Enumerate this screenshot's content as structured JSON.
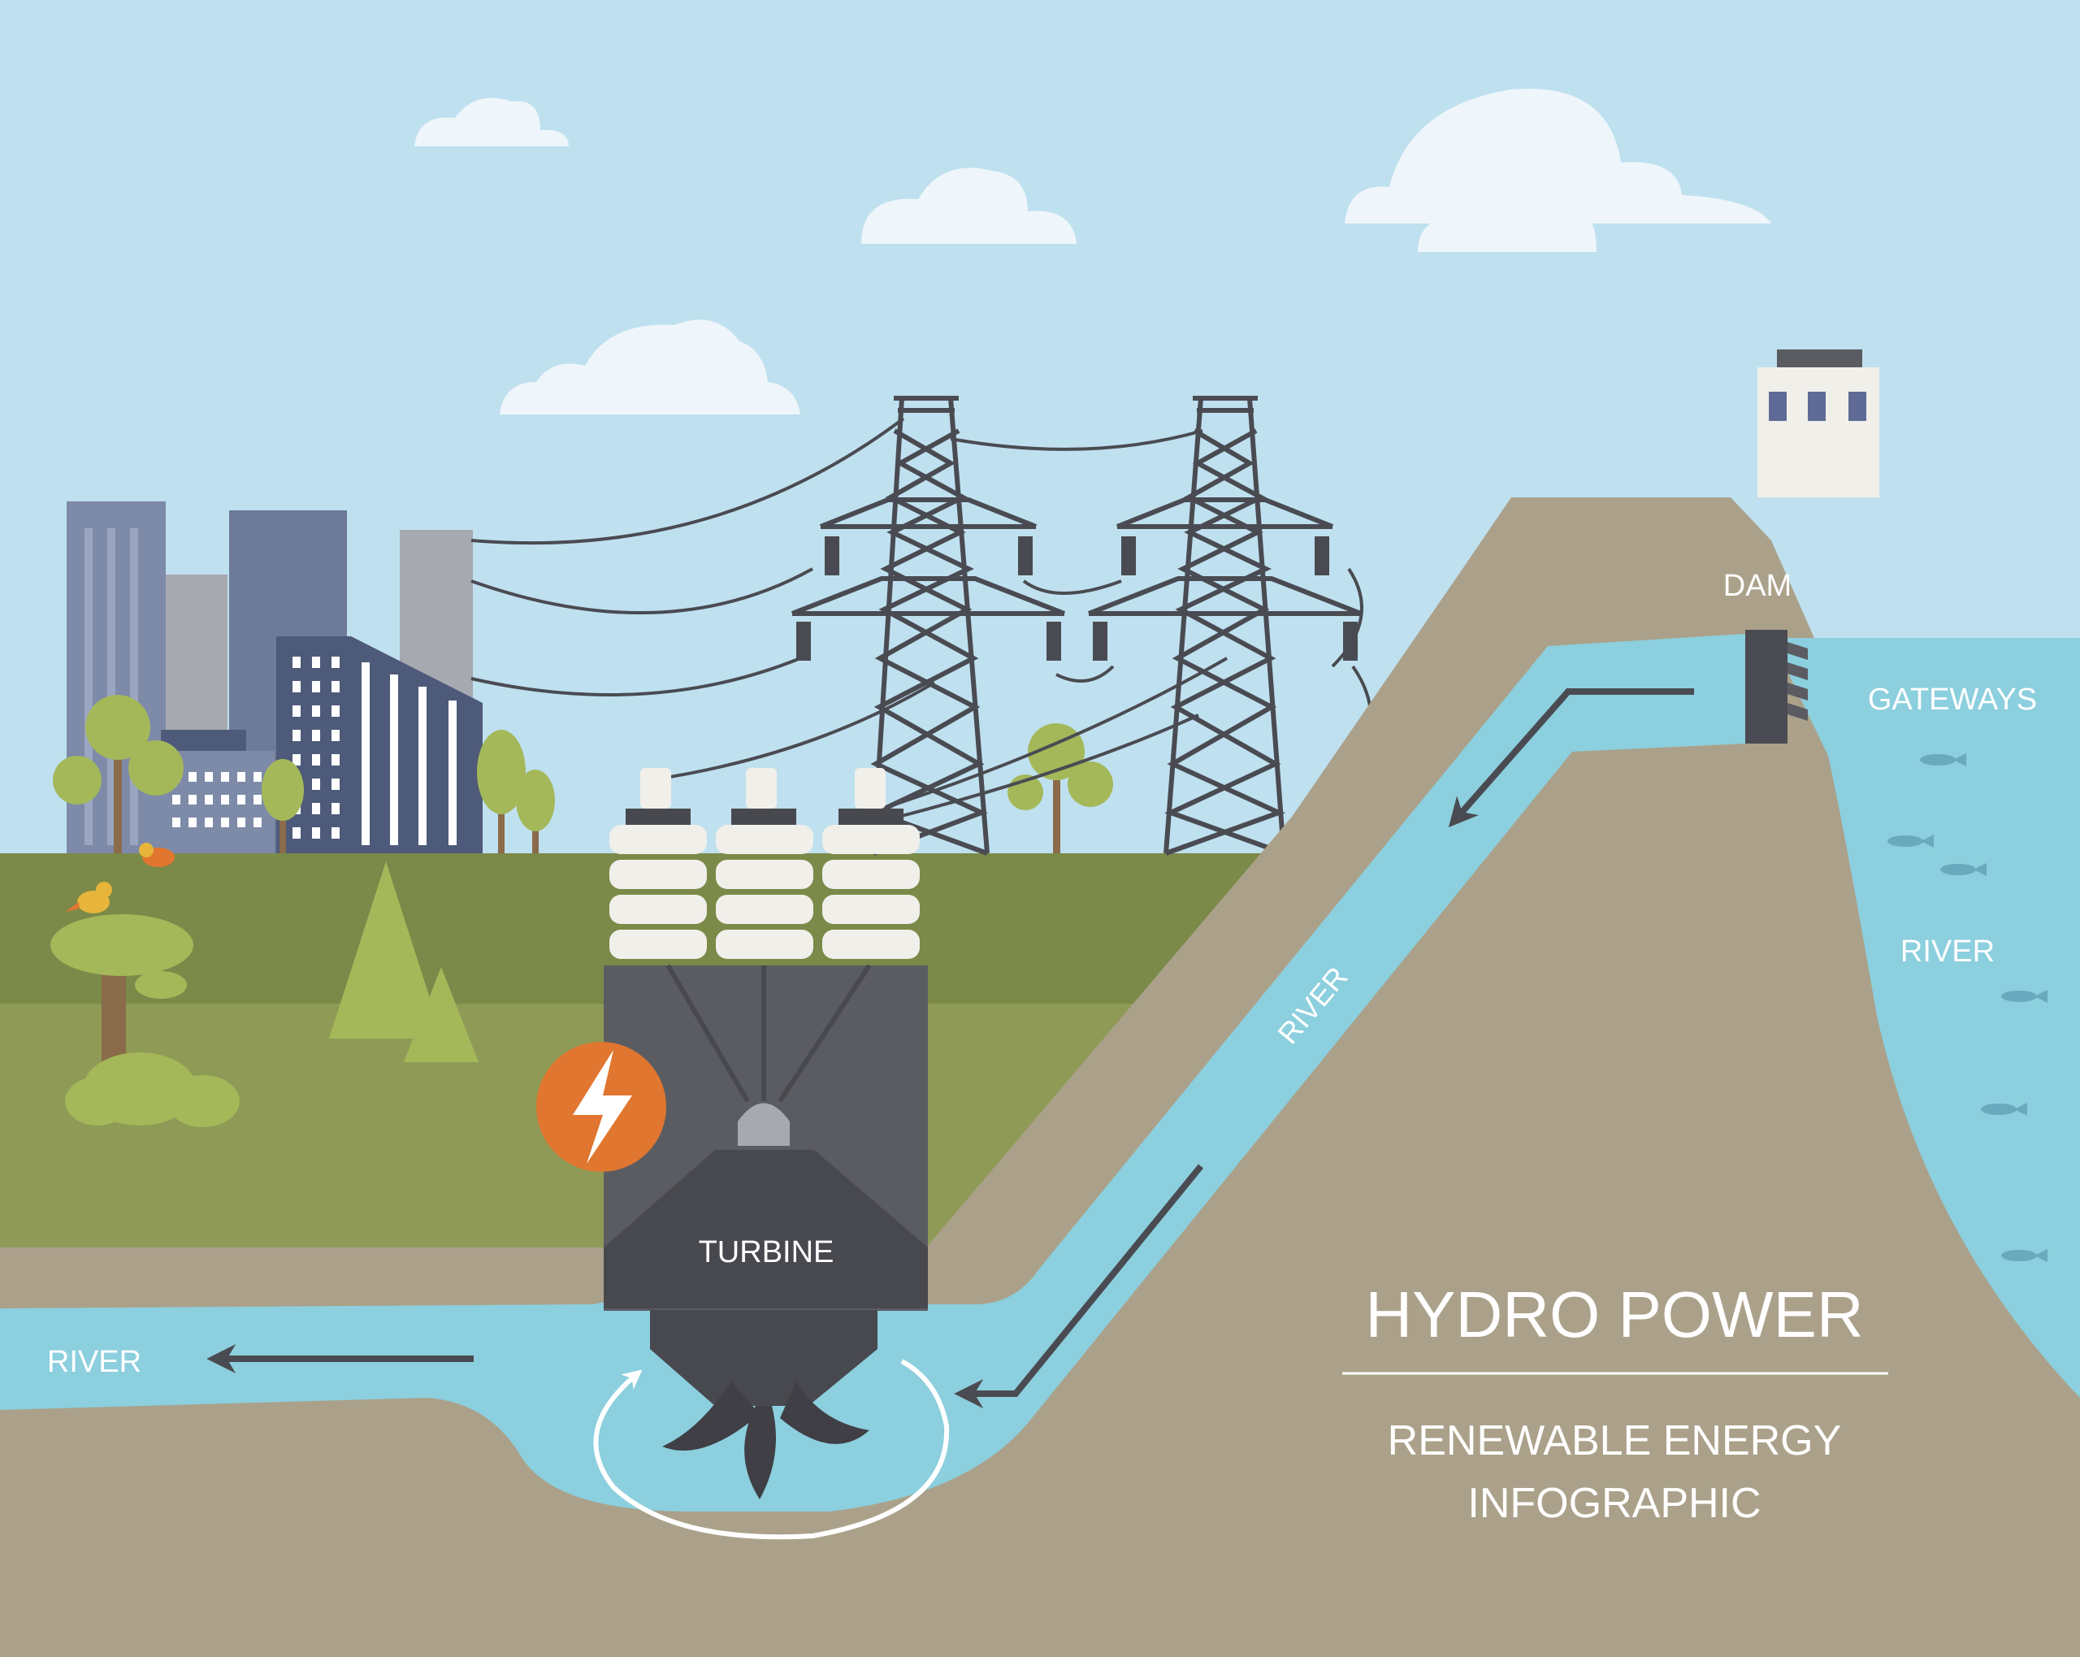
{
  "labels": {
    "dam": "DAM",
    "gateways": "GATEWAYS",
    "reservoir_river": "RIVER",
    "penstock_river": "RIVER",
    "outflow_river": "RIVER",
    "turbine": "TURBINE"
  },
  "title": {
    "heading": "HYDRO POWER",
    "sub_line_1": "RENEWABLE ENERGY",
    "sub_line_2": "INFOGRAPHIC"
  },
  "colors": {
    "sky": "#bfe0ef",
    "water": "#8ccfde",
    "earth": "#aba18a",
    "field_light": "#8e9a55",
    "field_dark": "#7b8a48",
    "machine": "#5b5c62",
    "arrow": "#4a4b52",
    "accent": "#e0762f",
    "text": "#ffffff"
  },
  "icons": {
    "power_badge": "lightning-bolt-icon"
  }
}
